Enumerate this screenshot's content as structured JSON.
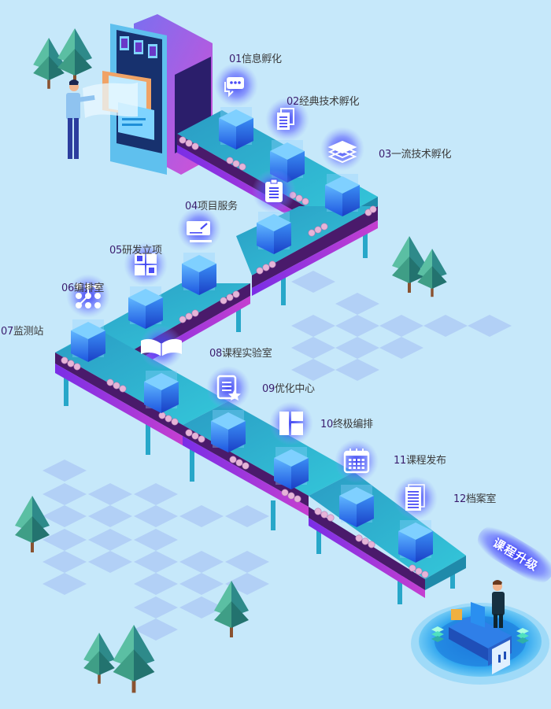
{
  "stages": [
    {
      "num": "01",
      "label": "信息孵化",
      "icon": "chat-bubble-icon"
    },
    {
      "num": "02",
      "label": "经典技术孵化",
      "icon": "documents-icon"
    },
    {
      "num": "03",
      "label": "一流技术孵化",
      "icon": "layers-icon"
    },
    {
      "num": "04",
      "label": "项目服务",
      "icon": "clipboard-icon"
    },
    {
      "num": "05",
      "label": "研发立项",
      "icon": "sign-document-icon"
    },
    {
      "num": "06",
      "label": "编排室",
      "icon": "grid-icon"
    },
    {
      "num": "07",
      "label": "监测站",
      "icon": "node-pattern-icon"
    },
    {
      "num": "08",
      "label": "课程实验室",
      "icon": "open-book-icon"
    },
    {
      "num": "09",
      "label": "优化中心",
      "icon": "document-star-icon"
    },
    {
      "num": "10",
      "label": "终极编排",
      "icon": "layout-icon"
    },
    {
      "num": "11",
      "label": "课程发布",
      "icon": "calendar-icon"
    },
    {
      "num": "12",
      "label": "档案室",
      "icon": "file-stack-icon"
    }
  ],
  "final_badge": "课程升级",
  "colors": {
    "background": "#c6e8fa",
    "belt_top": "#2fb4d0",
    "belt_side": "#8a2be2",
    "box": "#2f7ff0",
    "glow": "#4a4cf5",
    "tree": "#3fa88a",
    "tile": "#b2d0f6"
  }
}
